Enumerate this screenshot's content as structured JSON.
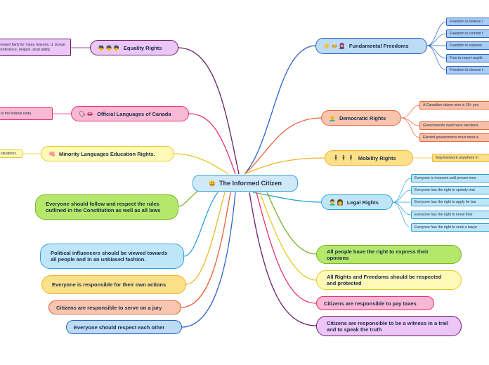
{
  "central": {
    "label": "The Informed Citizen",
    "emoji": "😃"
  },
  "branches": {
    "fundamental_freedoms": {
      "label": "Fundamental Freedoms",
      "emoji": "☀️👳🧕",
      "color": "#2b63c6"
    },
    "democratic_rights": {
      "label": "Democratic Rights",
      "emoji": "👨‍🦲",
      "color": "#e8623a"
    },
    "mobility_rights": {
      "label": "Mobility Rights",
      "emoji": "🕴🕴🕴",
      "color": "#f0b52a"
    },
    "legal_rights": {
      "label": "Legal Rights",
      "emoji": "👨‍🦱👩",
      "color": "#2fa3d8"
    },
    "equality_rights": {
      "label": "Equality Rights",
      "emoji": "👼👼👼",
      "color": "#6a1f6a"
    },
    "official_languages": {
      "label": "Official Languages of Canada",
      "emoji": "🗣👄",
      "color": "#e82f6e"
    },
    "minority_languages": {
      "label": "Minority Languages Education Rights.",
      "emoji": "🧠",
      "color": "#e8c828"
    },
    "follow_rules": {
      "label": "Everyone  should follow and respect the rules outlined  in the Constitution  as well as all laws",
      "color": "#7ab52a"
    },
    "political_influencers": {
      "label": "Political influencers should be viewed towards all people and in an unbiased fashion.",
      "color": "#2fa3d8"
    },
    "responsible_actions": {
      "label": "Everyone is responsible for their own actions",
      "color": "#f0b52a"
    },
    "serve_jury": {
      "label": "Citizens are responsible to serve on a jury",
      "color": "#e8623a"
    },
    "respect_each_other": {
      "label": "Everyone should respect each other",
      "color": "#2b63c6"
    },
    "express_opinions": {
      "label": "All people have the right to express their opinions",
      "color": "#7ab52a"
    },
    "respected_protected": {
      "label": "All Rights and Freedoms should be respected and protected",
      "color": "#e8c828"
    },
    "pay_taxes": {
      "label": "Citizens are responsible to pay taxes",
      "color": "#e82f6e"
    },
    "witness_trial": {
      "label": "Citizens are responsible to  be a witness in a trail and to speak the truth",
      "color": "#6a1f6a"
    }
  },
  "leaves": {
    "ff": [
      "Freedom to believe i",
      "Freedom to commit t",
      "Freedom to express",
      "Free to report anythi",
      "Freedom to choose t"
    ],
    "dr": [
      "A Canadian citizen who is 18+ yea",
      "Governments must have elections",
      "Elected governments must  meet a"
    ],
    "mr": [
      "May live/work anywhere in"
    ],
    "lr": [
      "Everyone is innocent until proven inno",
      "Everyone has the right to  speedy trial",
      "Everyone has the right to apply for bai",
      "Everyone has the right to  know their",
      "Everyone has the right to seek a lawye"
    ],
    "eq": "treated fairly for many reasons, d, sexual preference, religion, sical ability",
    "ol": "to the federal nada.",
    "ml": "situations."
  }
}
